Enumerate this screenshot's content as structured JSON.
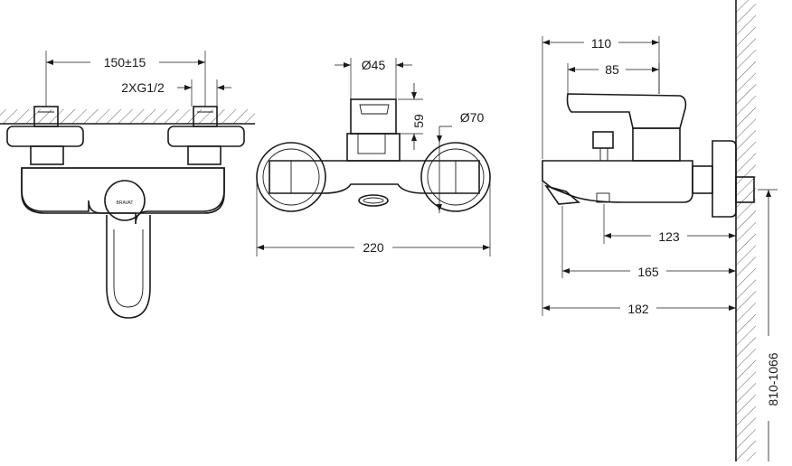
{
  "front_view": {
    "dim_width": "150±15",
    "dim_thread": "2XG1/2",
    "brand_mark": "BRAVAT"
  },
  "top_view": {
    "dim_diameter_small": "Ø45",
    "dim_height": "59",
    "dim_diameter_large": "Ø70",
    "dim_overall_width": "220"
  },
  "side_view": {
    "dim_top_1": "110",
    "dim_top_2": "85",
    "dim_depth_1": "123",
    "dim_depth_2": "165",
    "dim_depth_3": "182",
    "dim_mount_height": "810-1066"
  }
}
